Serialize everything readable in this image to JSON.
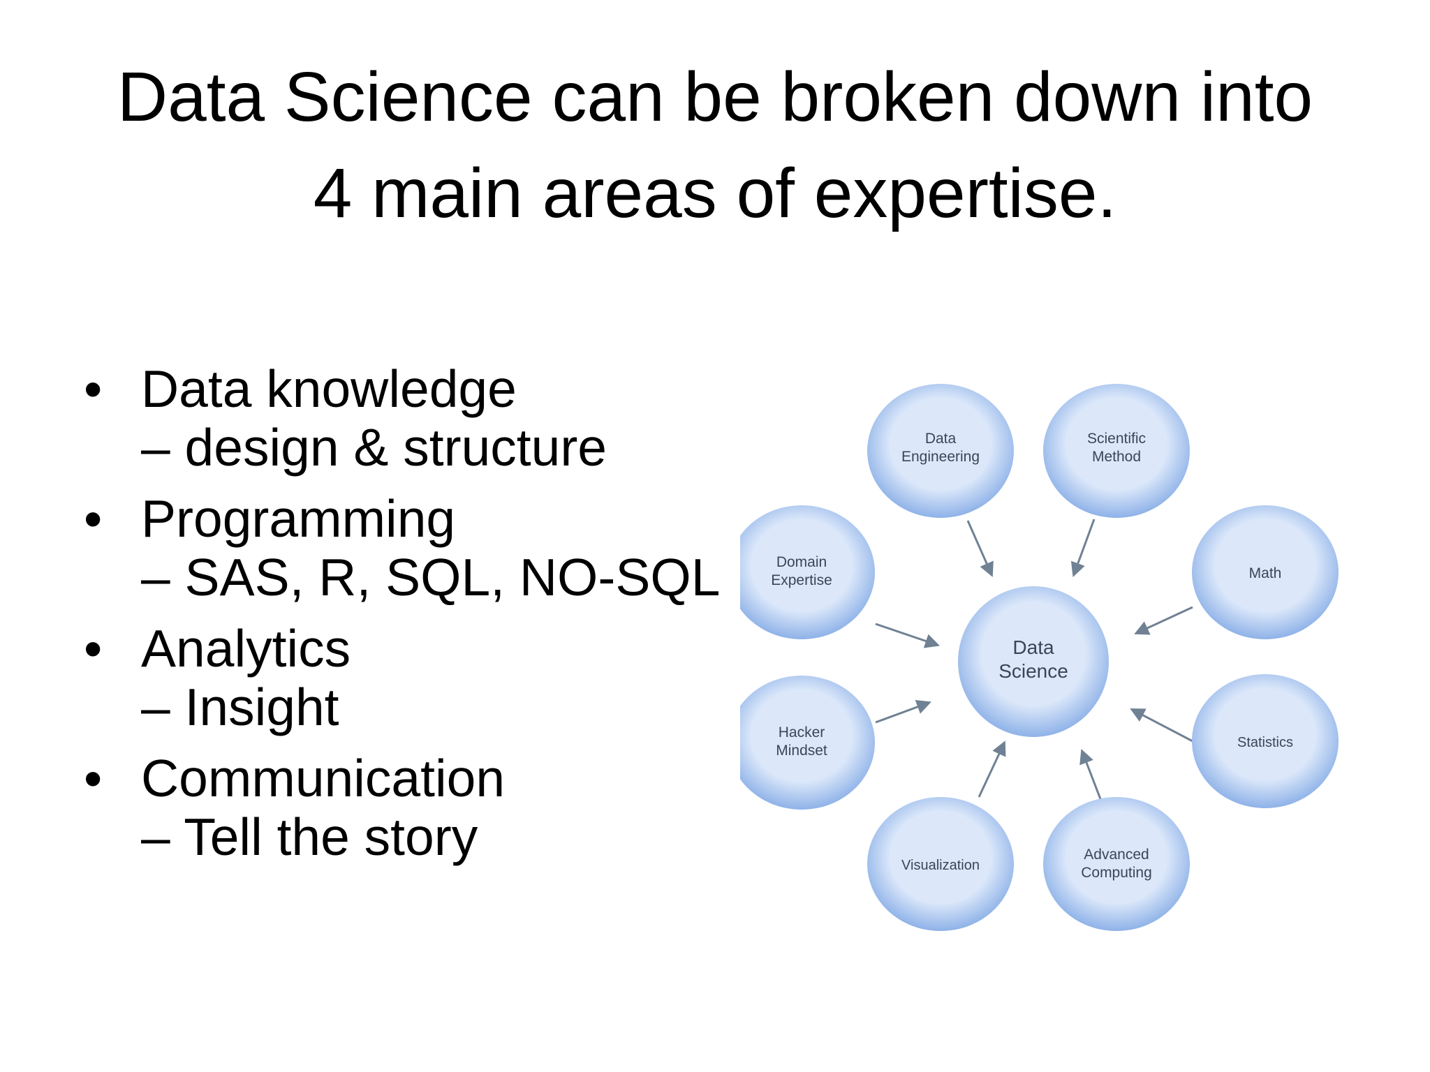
{
  "title": {
    "line1": "Data Science can be broken down into",
    "line2": "4 main areas of expertise."
  },
  "bullets": [
    {
      "main": "Data knowledge",
      "sub": "– design & structure"
    },
    {
      "main": "Programming",
      "sub": "– SAS, R, SQL, NO-SQL"
    },
    {
      "main": "Analytics",
      "sub": "– Insight"
    },
    {
      "main": "Communication",
      "sub": "– Tell the story"
    }
  ],
  "bullet_symbol": "•",
  "diagram": {
    "center": {
      "line1": "Data",
      "line2": "Science"
    },
    "nodes": [
      {
        "line1": "Data",
        "line2": "Engineering"
      },
      {
        "line1": "Scientific",
        "line2": "Method"
      },
      {
        "line1": "Math",
        "line2": ""
      },
      {
        "line1": "Statistics",
        "line2": ""
      },
      {
        "line1": "Advanced",
        "line2": "Computing"
      },
      {
        "line1": "Visualization",
        "line2": ""
      },
      {
        "line1": "Hacker",
        "line2": "Mindset"
      },
      {
        "line1": "Domain",
        "line2": "Expertise"
      }
    ],
    "colors": {
      "bubble_center": "#dce8fa",
      "bubble_edge": "#8eb2e8",
      "arrow": "#6f8193"
    }
  }
}
